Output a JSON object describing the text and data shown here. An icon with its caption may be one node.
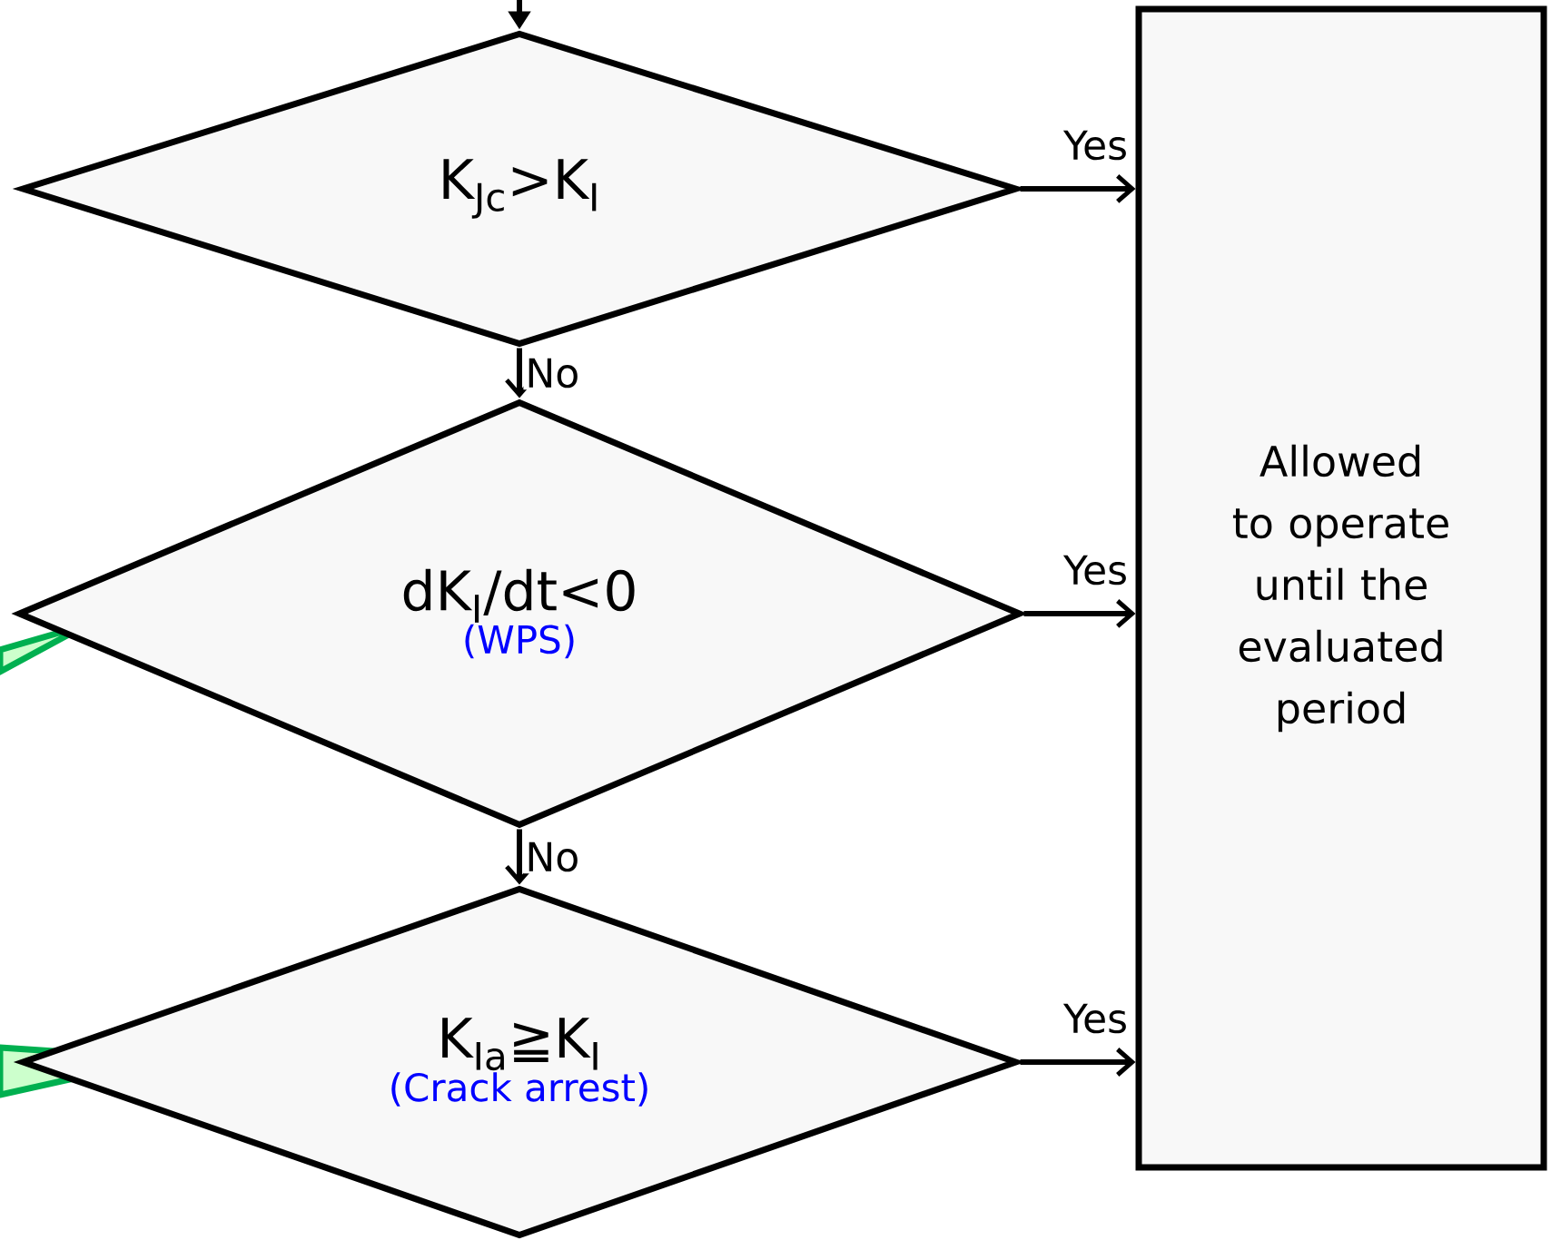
{
  "diagram": {
    "nodes": [
      {
        "text": [
          "K$_{Jc}$>K$_{I}$"
        ]
      },
      {
        "text": [
          "dK$_{I}$/dt<0",
          "(WPS)"
        ]
      },
      {
        "text": [
          "K$_{Ia}$≧K$_{I}$",
          "(Crack arrest)"
        ]
      },
      {
        "text": [
          "Allowed to operate until the evaluated period"
        ]
      }
    ],
    "edges": [
      {
        "from": null,
        "to": 0,
        "arrow": "to"
      },
      {
        "from": 0,
        "to": 3,
        "arrow": "to",
        "label": "Yes"
      },
      {
        "from": 0,
        "to": 1,
        "arrow": "to",
        "label": "No"
      },
      {
        "from": 1,
        "to": 3,
        "arrow": "to",
        "label": "Yes"
      },
      {
        "from": 1,
        "to": 2,
        "arrow": "to",
        "label": "No"
      },
      {
        "from": 2,
        "to": 3,
        "arrow": "to",
        "label": "Yes"
      }
    ]
  }
}
